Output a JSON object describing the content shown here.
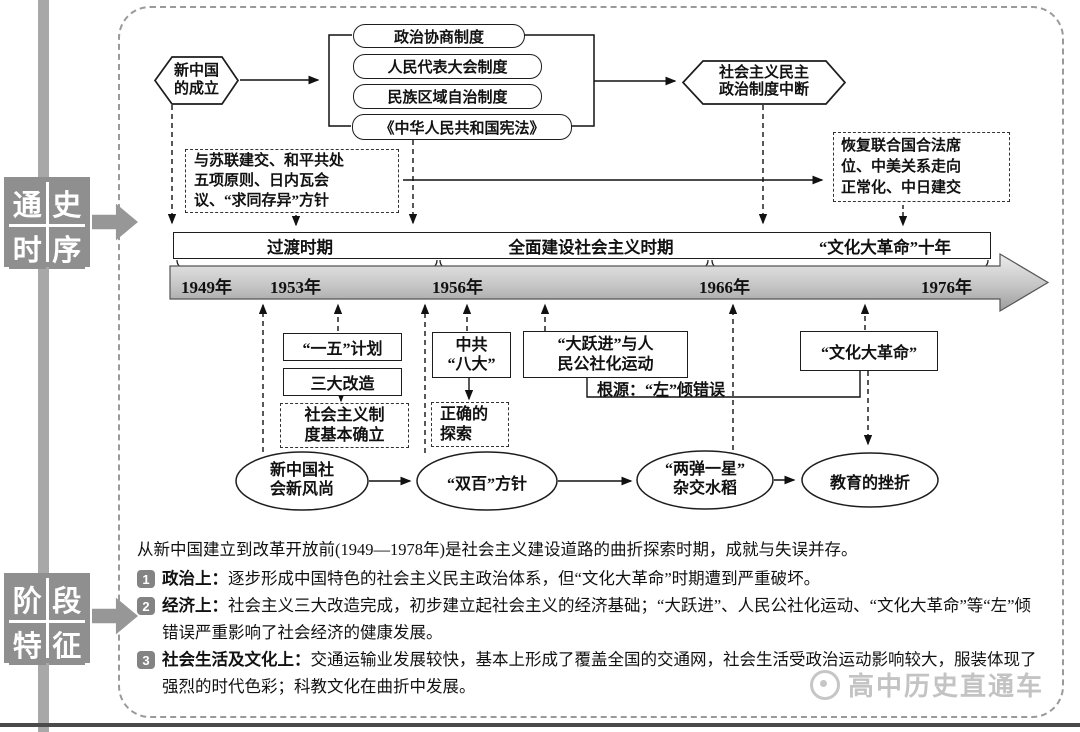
{
  "left_rail": {
    "seal_top": {
      "chars": [
        "通",
        "史",
        "时",
        "序"
      ]
    },
    "seal_bottom": {
      "chars": [
        "阶",
        "段",
        "特",
        "征"
      ]
    }
  },
  "top_flow": {
    "founding_hexagon": {
      "lines": [
        "新中国",
        "的成立"
      ]
    },
    "institution_boxes": [
      "政治协商制度",
      "人民代表大会制度",
      "民族区域自治制度",
      "《中华人民共和国宪法》"
    ],
    "interruption_hexagon": {
      "lines": [
        "社会主义民主",
        "政治制度中断"
      ]
    },
    "diplomacy_1950s": {
      "lines": [
        "与苏联建交、和平共处",
        "五项原则、日内瓦会",
        "议、“求同存异”方针"
      ]
    },
    "diplomacy_1970s": {
      "lines": [
        "恢复联合国合法席",
        "位、中美关系走向",
        "正常化、中日建交"
      ]
    }
  },
  "timeline": {
    "periods": [
      "过渡时期",
      "全面建设社会主义时期",
      "“文化大革命”十年"
    ],
    "years": [
      "1949年",
      "1953年",
      "1956年",
      "1966年",
      "1976年"
    ]
  },
  "events": {
    "five_year_plan": "“一五”计划",
    "three_transformations": "三大改造",
    "socialist_system": {
      "lines": [
        "社会主义制",
        "度基本确立"
      ]
    },
    "eighth_congress": {
      "lines": [
        "中共",
        "“八大”"
      ]
    },
    "correct_exploration": {
      "lines": [
        "正确的",
        "探索"
      ]
    },
    "great_leap": {
      "lines": [
        "“大跃进”与人",
        "民公社化运动"
      ]
    },
    "root_cause": "根源：“左”倾错误",
    "cultural_revolution": "“文化大革命”"
  },
  "achievement_flow": {
    "new_customs": {
      "lines": [
        "新中国社",
        "会新风尚"
      ]
    },
    "double_hundred": "“双百”方针",
    "two_bombs": {
      "lines": [
        "“两弹一星”",
        "杂交水稻"
      ]
    },
    "education_setback": "教育的挫折"
  },
  "summary": {
    "intro": "从新中国建立到改革开放前(1949—1978年)是社会主义建设道路的曲折探索时期，成就与失误并存。",
    "items": [
      {
        "num": "1",
        "label": "政治上：",
        "text": "逐步形成中国特色的社会主义民主政治体系，但“文化大革命”时期遭到严重破坏。"
      },
      {
        "num": "2",
        "label": "经济上：",
        "text": "社会主义三大改造完成，初步建立起社会主义的经济基础；“大跃进”、人民公社化运动、“文化大革命”等“左”倾错误严重影响了社会经济的健康发展。"
      },
      {
        "num": "3",
        "label": "社会生活及文化上：",
        "text": "交通运输业发展较快，基本上形成了覆盖全国的交通网，社会生活受政治运动影响较大，服装体现了强烈的时代色彩；科教文化在曲折中发展。"
      }
    ]
  },
  "watermark": {
    "text": "高中历史直通车"
  },
  "colors": {
    "rail_gray": "#a8a8a8",
    "seal_gray": "#8f8f8f",
    "timeline_gray": "#bdbdbd",
    "line_black": "#111111"
  }
}
